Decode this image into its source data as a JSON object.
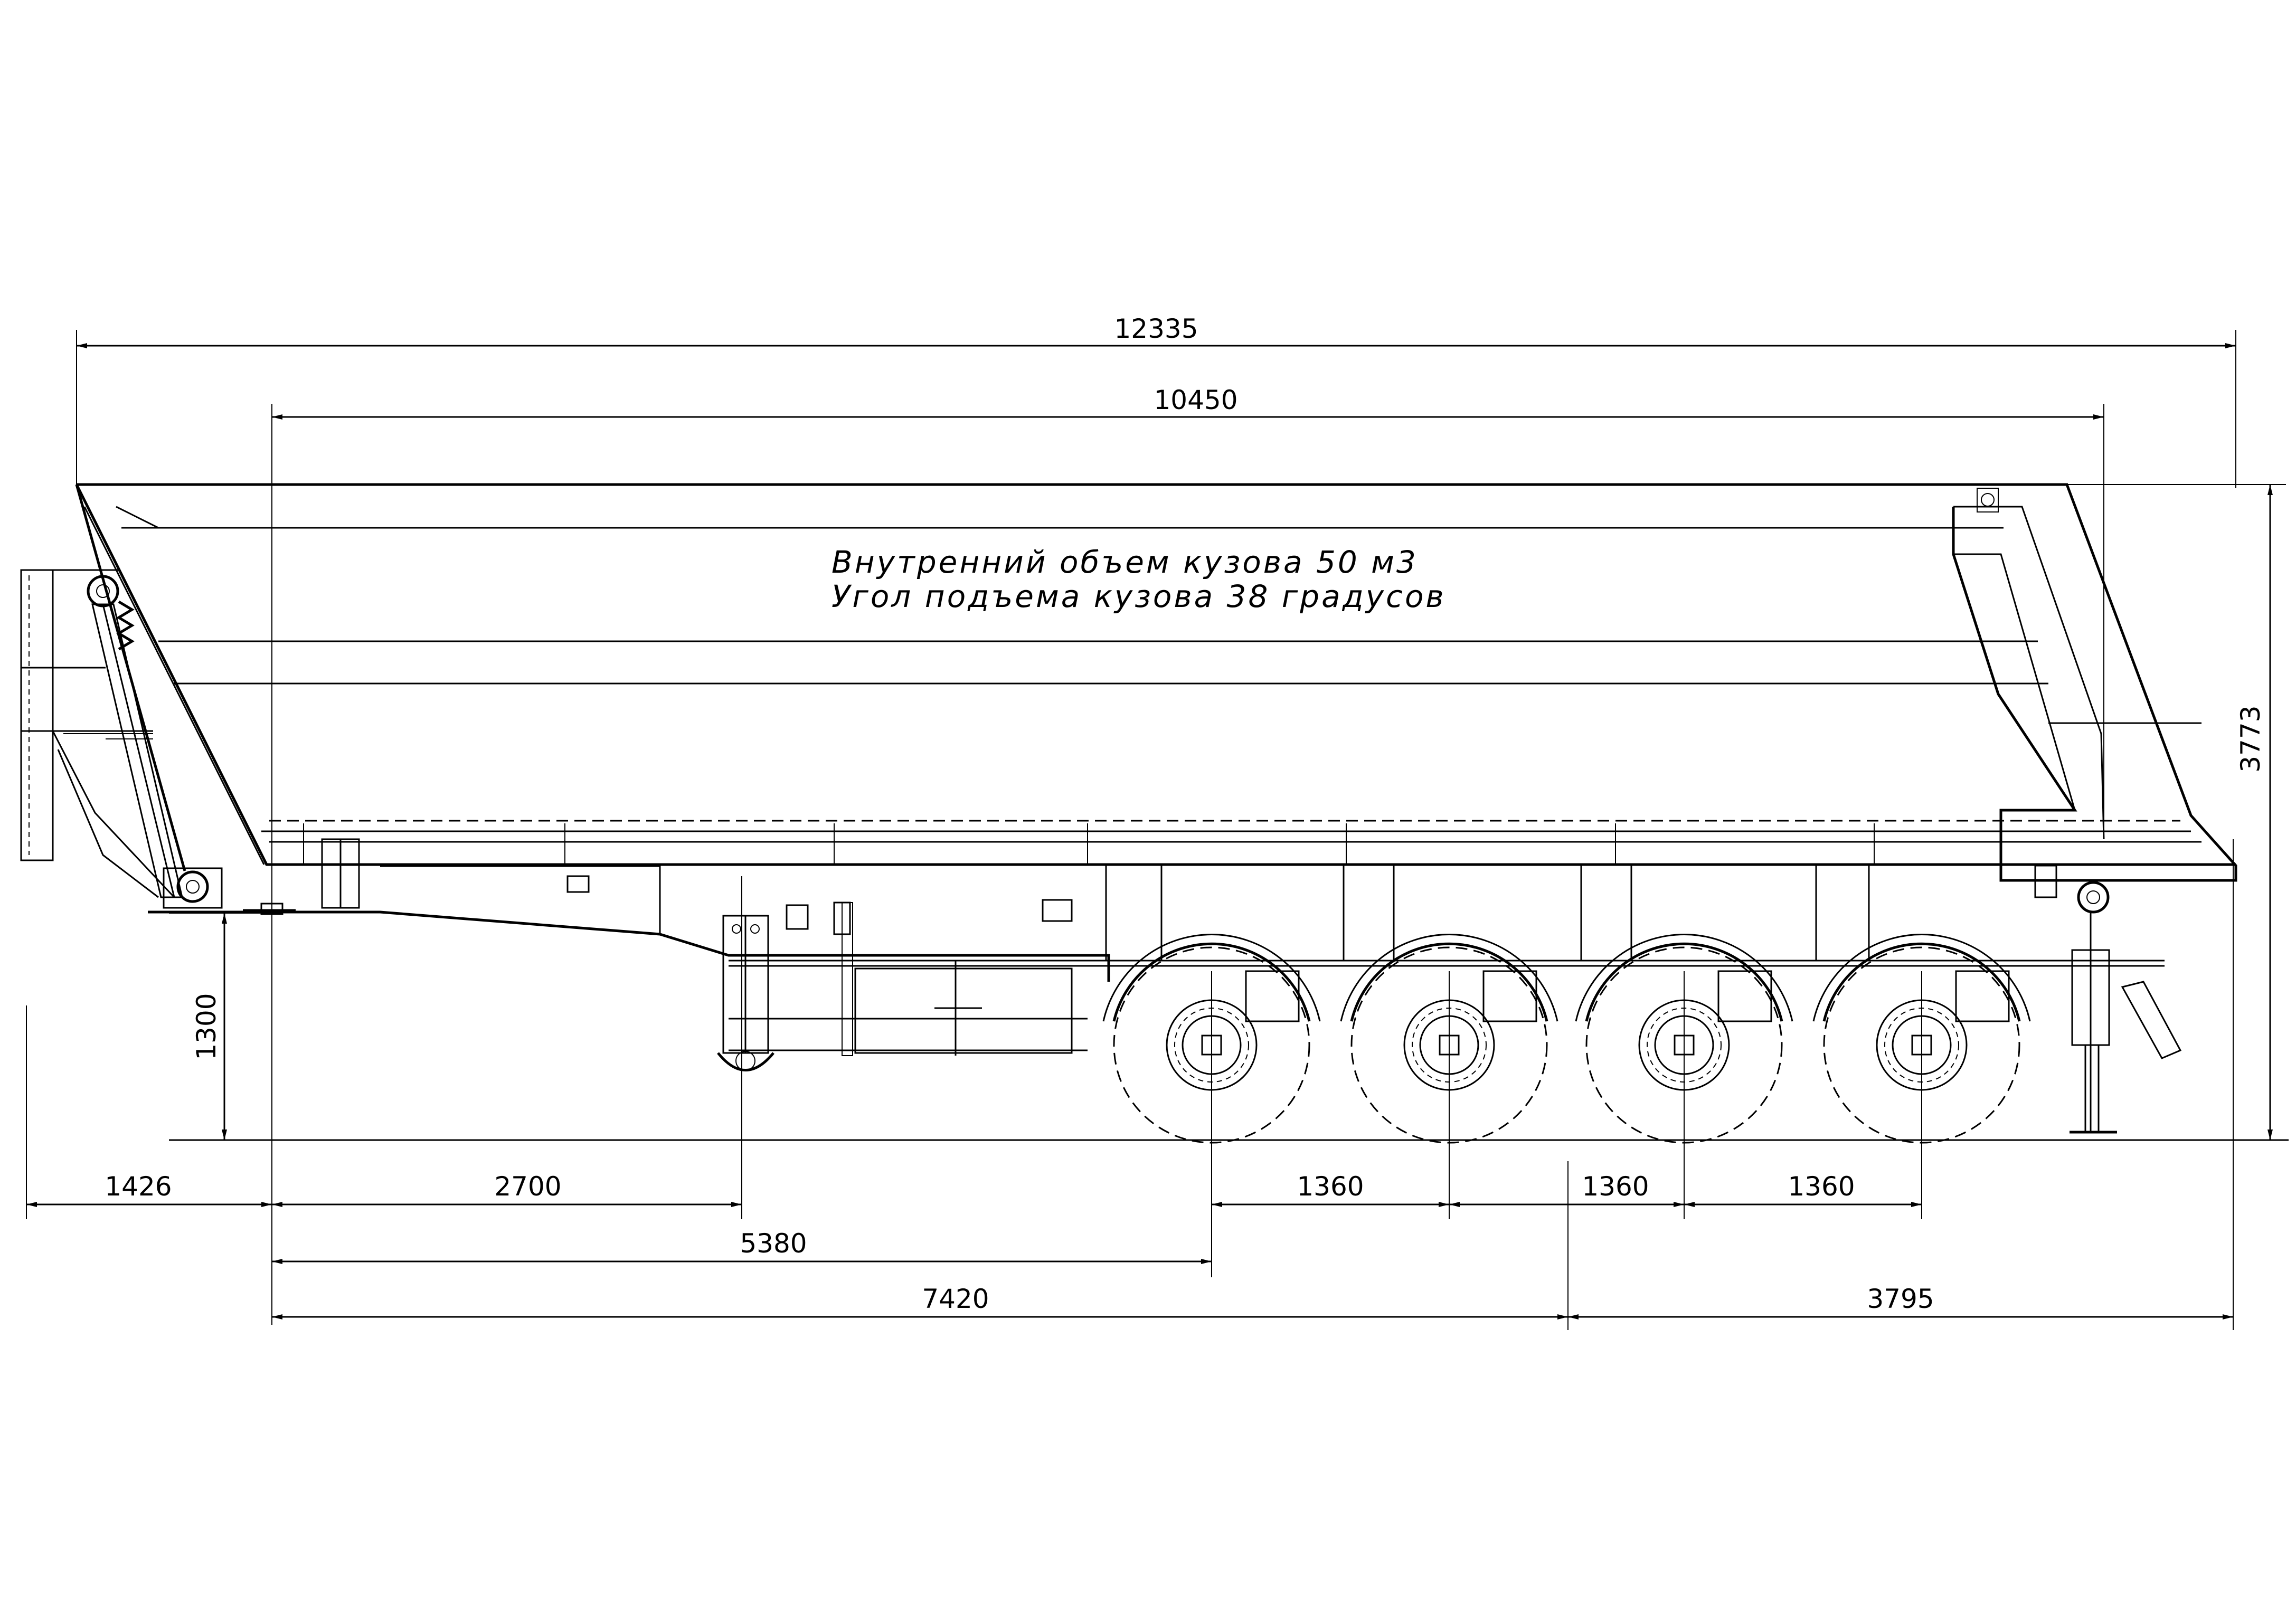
{
  "notes": {
    "line1": "Внутренний объем кузова 50 м3",
    "line2": "Угол подъема кузова 38 градусов"
  },
  "dimensions": {
    "overall_length": "12335",
    "body_length": "10450",
    "overall_height": "3773",
    "coupling_height": "1300",
    "front_overhang": "1426",
    "kingpin_to_landing_gear": "2700",
    "kingpin_to_first_axle": "5380",
    "kingpin_to_axle_group_center": "7420",
    "rear_overhang": "3795",
    "axle_spacing_1": "1360",
    "axle_spacing_2": "1360",
    "axle_spacing_3": "1360"
  }
}
